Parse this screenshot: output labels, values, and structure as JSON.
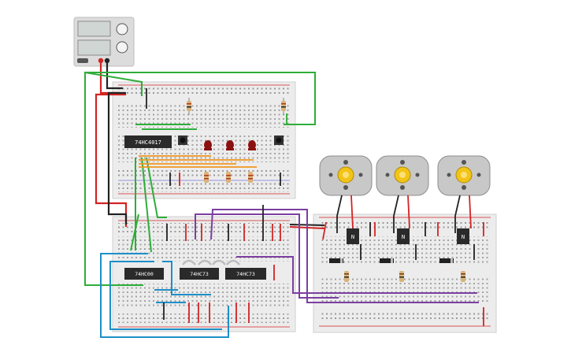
{
  "chips": {
    "counter": "74HC4017",
    "nand": "74HC00",
    "flipflop_a": "74HC73",
    "flipflop_b": "74HC73"
  },
  "transistors": {
    "label": "N"
  },
  "colors": {
    "wire_red": "#d42323",
    "wire_black": "#222222",
    "wire_green": "#2fad3a",
    "wire_orange": "#f0961e",
    "wire_blue": "#1e8fc8",
    "wire_purple": "#7b3fa0",
    "breadboard": "#e9e9e9",
    "chip": "#2a2a2a",
    "led": "#8b1010",
    "motor_body": "#c8c8c8",
    "motor_hub": "#f2c417"
  },
  "components": {
    "power_supply": "bench-power-supply",
    "breadboards": 3,
    "leds": 3,
    "motors": 3,
    "push_buttons": 2
  }
}
